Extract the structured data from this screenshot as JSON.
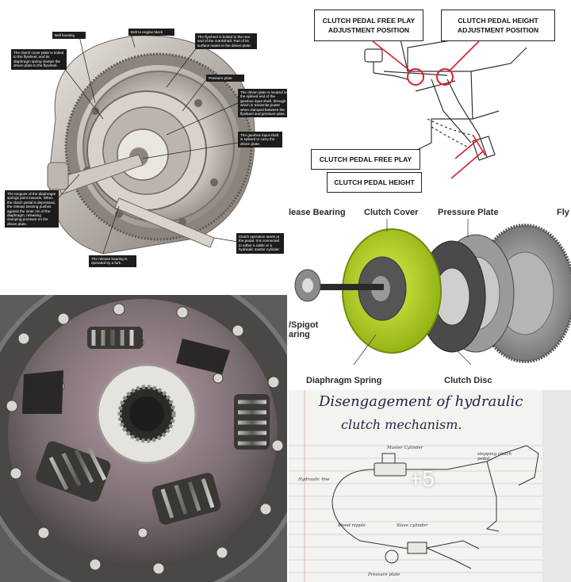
{
  "tiles": {
    "clutch_cutaway": {
      "callouts": [
        "Bell housing",
        "Bolt to engine block",
        "The clutch cover plate is bolted to the flywheel, and its diaphragm spring clamps the driven plate to the flywheel.",
        "The flywheel is bolted to the rear end of the crankshaft. Part of its surface mates to the driven plate.",
        "Pressure plate",
        "The driven plate is located on the splined end of the gearbox input shaft, through which is transmits power when clamped between the flywheel and pressure plate.",
        "The gearbox input shaft is splined to carry the driven plate.",
        "The tongues of the diaphragm springs point inwards. When the clutch pedal is depressed, the release bearing pushes against the inner rim of the diaphragm, releasing clamping pressure on the driven plate.",
        "The release bearing is operated by a fork.",
        "Clutch operation starts at the pedal. It is connected to either a cable or a hydraulic master cylinder."
      ]
    },
    "pedal_diagram": {
      "free_play_adjustment": "CLUTCH PEDAL FREE PLAY ADJUSTMENT POSITION",
      "height_adjustment": "CLUTCH PEDAL HEIGHT ADJUSTMENT POSITION",
      "free_play": "CLUTCH PEDAL FREE PLAY",
      "height": "CLUTCH PEDAL HEIGHT"
    },
    "exploded_view": {
      "release_bearing": "lease Bearing",
      "clutch_cover": "Clutch Cover",
      "pressure_plate": "Pressure Plate",
      "flywheel": "Fly",
      "spigot_bearing": "/Spigot\naring",
      "diaphragm_spring": "Diaphragm Spring",
      "clutch_disc": "Clutch Disc",
      "colors": {
        "cover": "#b9dd28",
        "flywheel": "#8a8a8a"
      }
    },
    "clutch_disc_photo": {},
    "notebook": {
      "title_line1": "Disengagement of hydraulic",
      "title_line2": "clutch mechanism.",
      "labels": {
        "master_cylinder": "Master Cylinder",
        "clutch_pedal": "stepping clutch pedal",
        "hydraulic_line": "Hydraulic line",
        "bleed_nipple": "Bleed nipple",
        "slave_cylinder": "Slave cylinder",
        "pressure_plate": "Pressure plate"
      },
      "more_count": "+5"
    }
  }
}
